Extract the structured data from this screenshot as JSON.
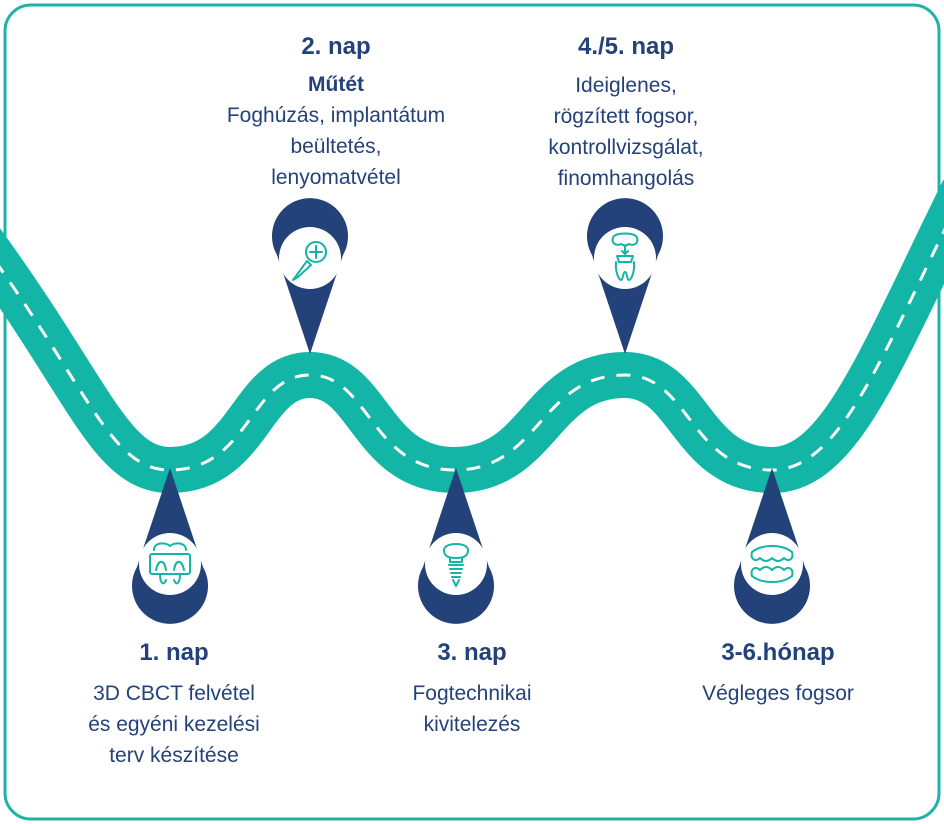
{
  "colors": {
    "road": "#12b5a6",
    "border": "#1fb3a5",
    "pin": "#24427a",
    "icon": "#12b5a6",
    "text": "#24427a",
    "dash": "#ffffff"
  },
  "steps": [
    {
      "id": "s2",
      "title": "2. nap",
      "subtitle": "Műtét",
      "lines": [
        "Foghúzás, implantátum",
        "beültetés,",
        "lenyomatvétel"
      ],
      "icon": "scalpel-icon"
    },
    {
      "id": "s45",
      "title": "4./5. nap",
      "lines": [
        "Ideiglenes,",
        "rögzített fogsor,",
        "kontrollvizsgálat,",
        "finomhangolás"
      ],
      "icon": "crown-implant-icon"
    },
    {
      "id": "s1",
      "title": "1. nap",
      "lines": [
        "3D CBCT felvétel",
        "és egyéni kezelési",
        "terv készítése"
      ],
      "icon": "tooth-xray-icon"
    },
    {
      "id": "s3",
      "title": "3. nap",
      "lines": [
        "Fogtechnikai",
        "kivitelezés"
      ],
      "icon": "dental-implant-icon"
    },
    {
      "id": "s36",
      "title": "3-6.hónap",
      "lines": [
        "Végleges fogsor"
      ],
      "icon": "denture-icon"
    }
  ]
}
